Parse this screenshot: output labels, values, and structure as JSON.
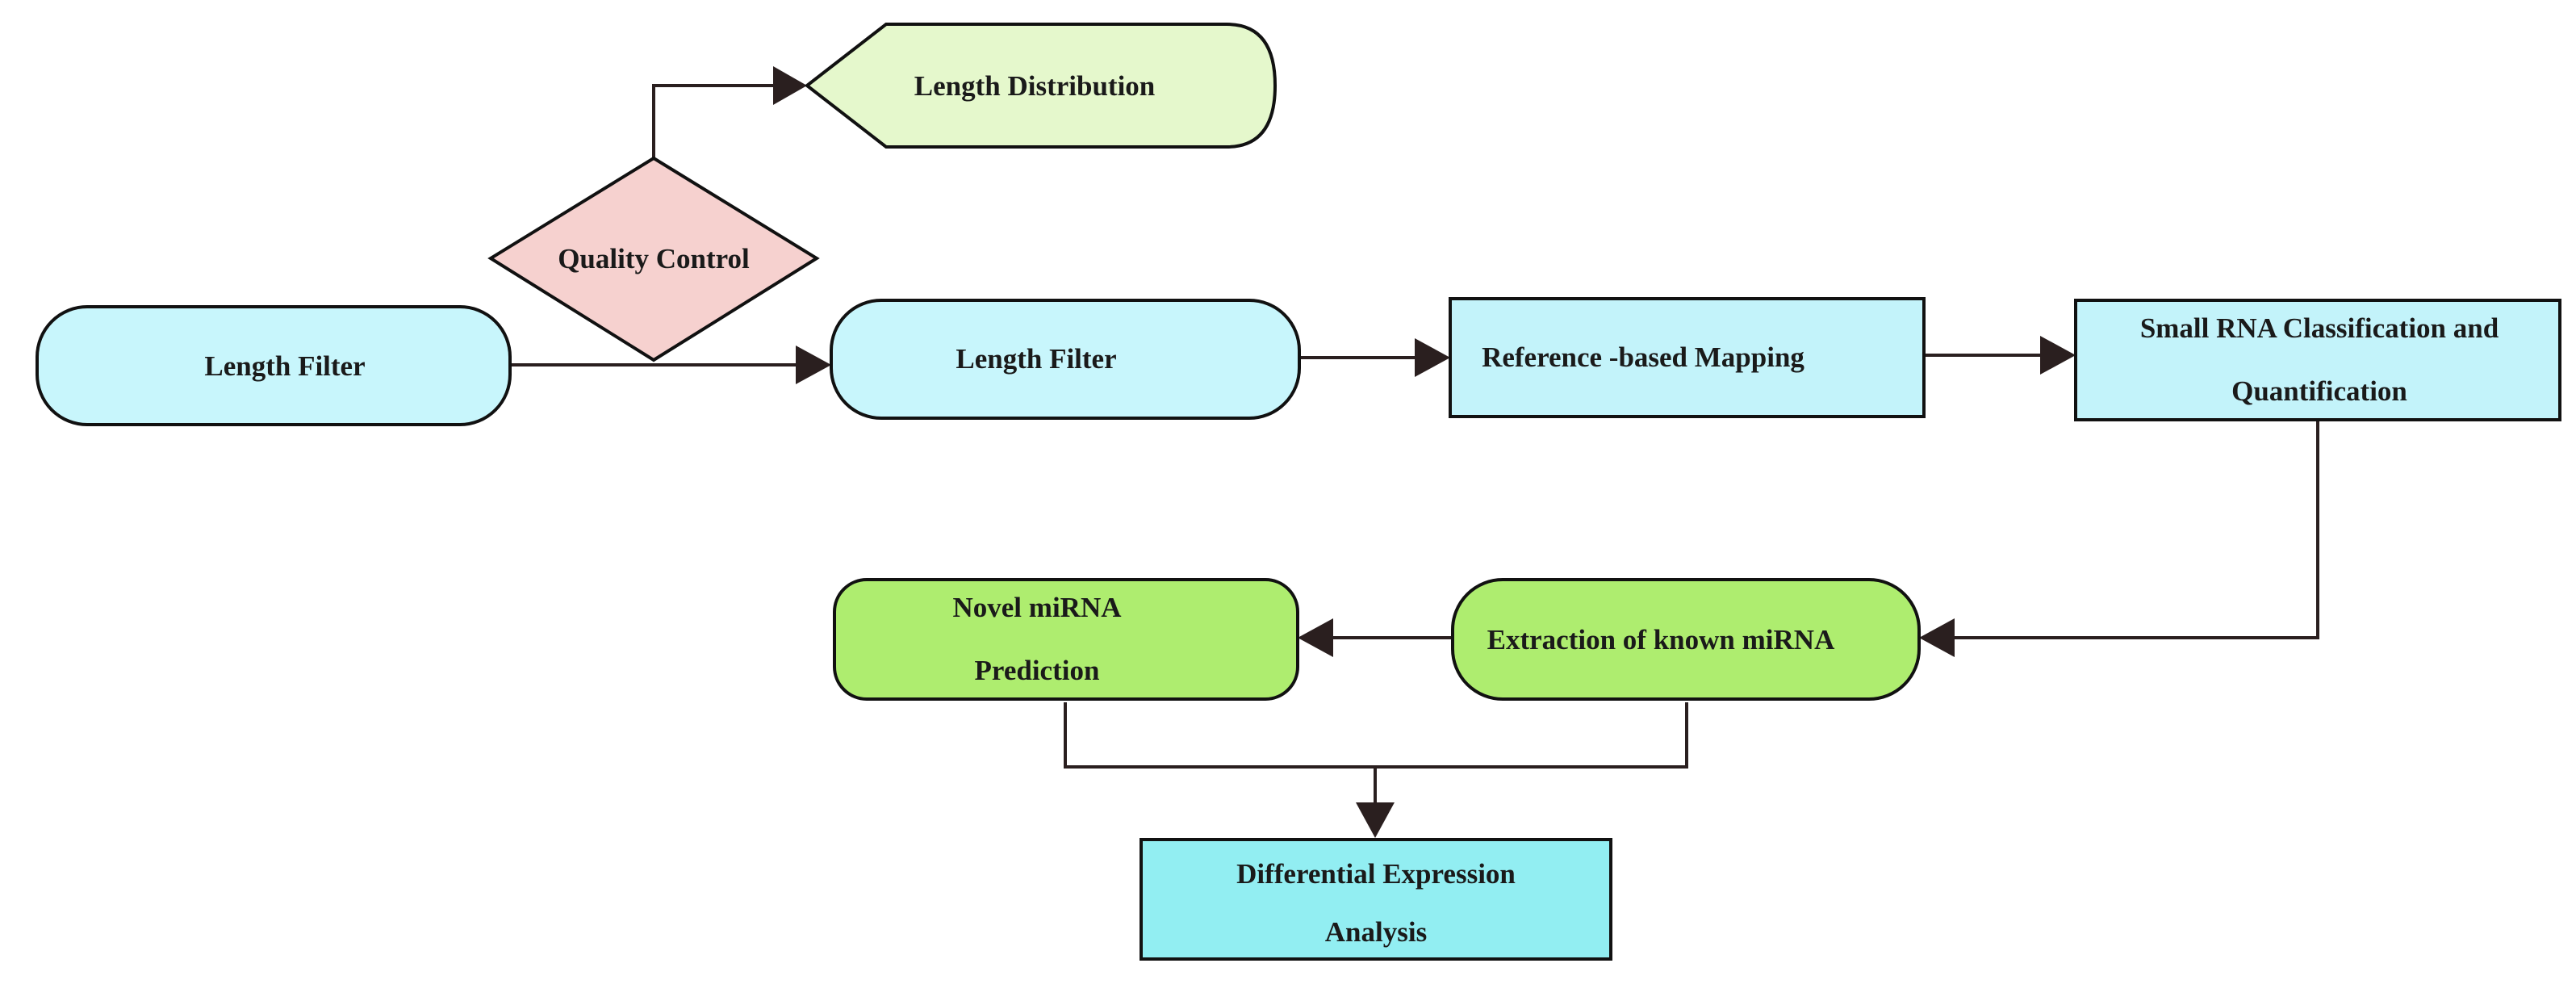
{
  "nodes": {
    "length_distribution": {
      "label": "Length Distribution"
    },
    "quality_control": {
      "label": "Quality Control"
    },
    "length_filter_input": {
      "label": "Length Filter"
    },
    "length_filter": {
      "label": "Length Filter"
    },
    "reference_mapping": {
      "label": "Reference -based Mapping"
    },
    "small_rna_classification": {
      "line1": "Small RNA Classification and",
      "line2": "Quantification"
    },
    "extraction_known_mirna": {
      "label": "Extraction of known miRNA"
    },
    "novel_mirna_prediction": {
      "line1": "Novel miRNA",
      "line2": "Prediction"
    },
    "differential_expression": {
      "line1": "Differential Expression",
      "line2": "Analysis"
    }
  },
  "edges": [
    {
      "from": "length_filter_input",
      "to": "length_filter"
    },
    {
      "from": "quality_control",
      "to": "length_distribution"
    },
    {
      "from": "length_filter",
      "to": "reference_mapping"
    },
    {
      "from": "reference_mapping",
      "to": "small_rna_classification"
    },
    {
      "from": "small_rna_classification",
      "to": "extraction_known_mirna"
    },
    {
      "from": "extraction_known_mirna",
      "to": "novel_mirna_prediction"
    },
    {
      "from": "extraction_known_mirna",
      "to": "differential_expression"
    },
    {
      "from": "novel_mirna_prediction",
      "to": "differential_expression"
    }
  ],
  "colors": {
    "terminal_blue": "#c8f6fc",
    "process_blue": "#c3f3fa",
    "decision_pink": "#f6d1cf",
    "display_green": "#e5f8cc",
    "terminal_green": "#aeed6f",
    "output_cyan": "#92eef2",
    "stroke": "#111111",
    "connector": "#2a1f1f"
  }
}
